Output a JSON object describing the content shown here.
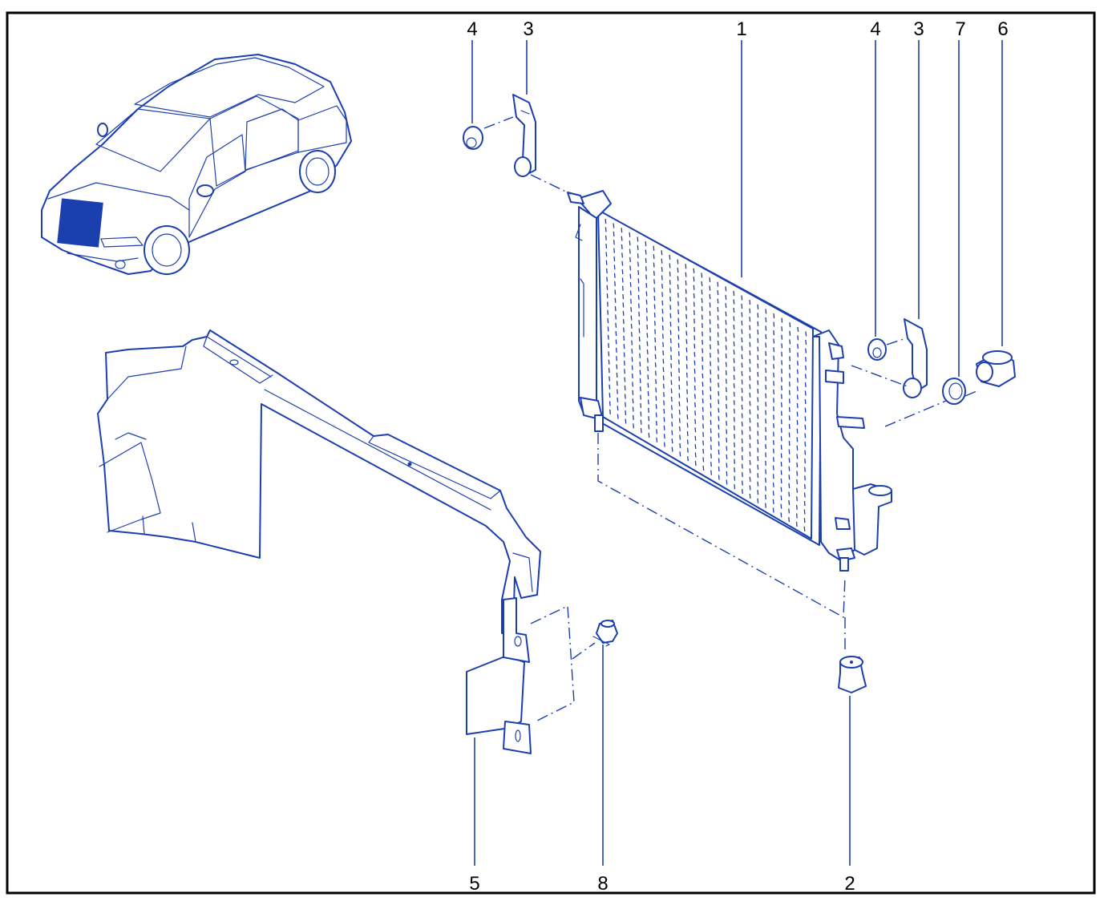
{
  "colors": {
    "line": "#1c3fae",
    "frame": "#000000",
    "background": "#ffffff"
  },
  "callouts": {
    "top_4a": "4",
    "top_3a": "3",
    "top_1": "1",
    "top_4b": "4",
    "top_3b": "3",
    "top_7": "7",
    "top_6": "6",
    "bottom_5": "5",
    "bottom_8": "8",
    "bottom_2": "2"
  }
}
